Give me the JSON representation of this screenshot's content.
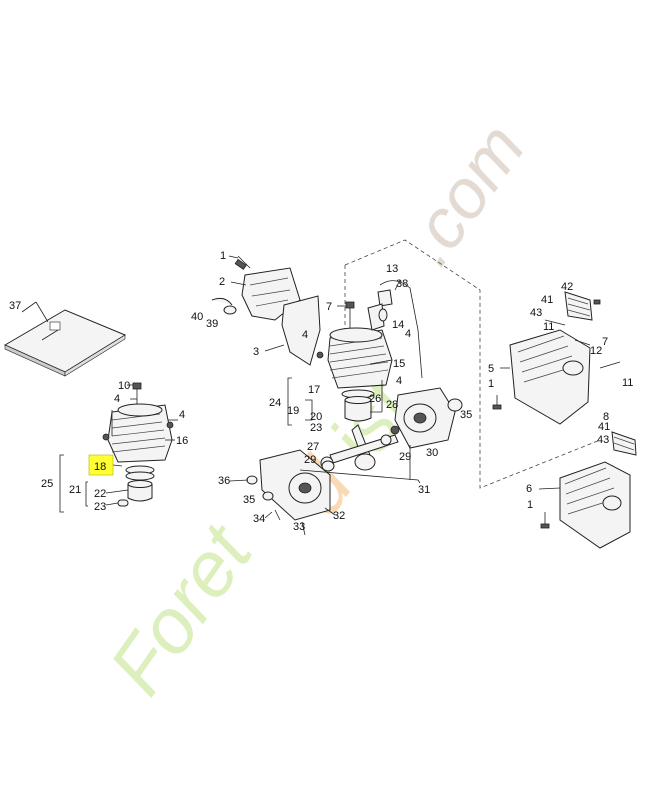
{
  "callouts": [
    "1",
    "2",
    "3",
    "4",
    "5",
    "6",
    "7",
    "8",
    "10",
    "11",
    "12",
    "13",
    "14",
    "15",
    "16",
    "17",
    "18",
    "19",
    "20",
    "21",
    "22",
    "23",
    "24",
    "25",
    "26",
    "27",
    "28",
    "29",
    "30",
    "31",
    "32",
    "33",
    "34",
    "35",
    "36",
    "37",
    "38",
    "39",
    "40",
    "41",
    "42",
    "43"
  ],
  "highlighted_callout": "18",
  "colors": {
    "highlight": "#ffff33",
    "watermark_green": "#d6edb2",
    "watermark_gray": "#ddd4cb",
    "watermark_orange": "#f9d2a8"
  }
}
